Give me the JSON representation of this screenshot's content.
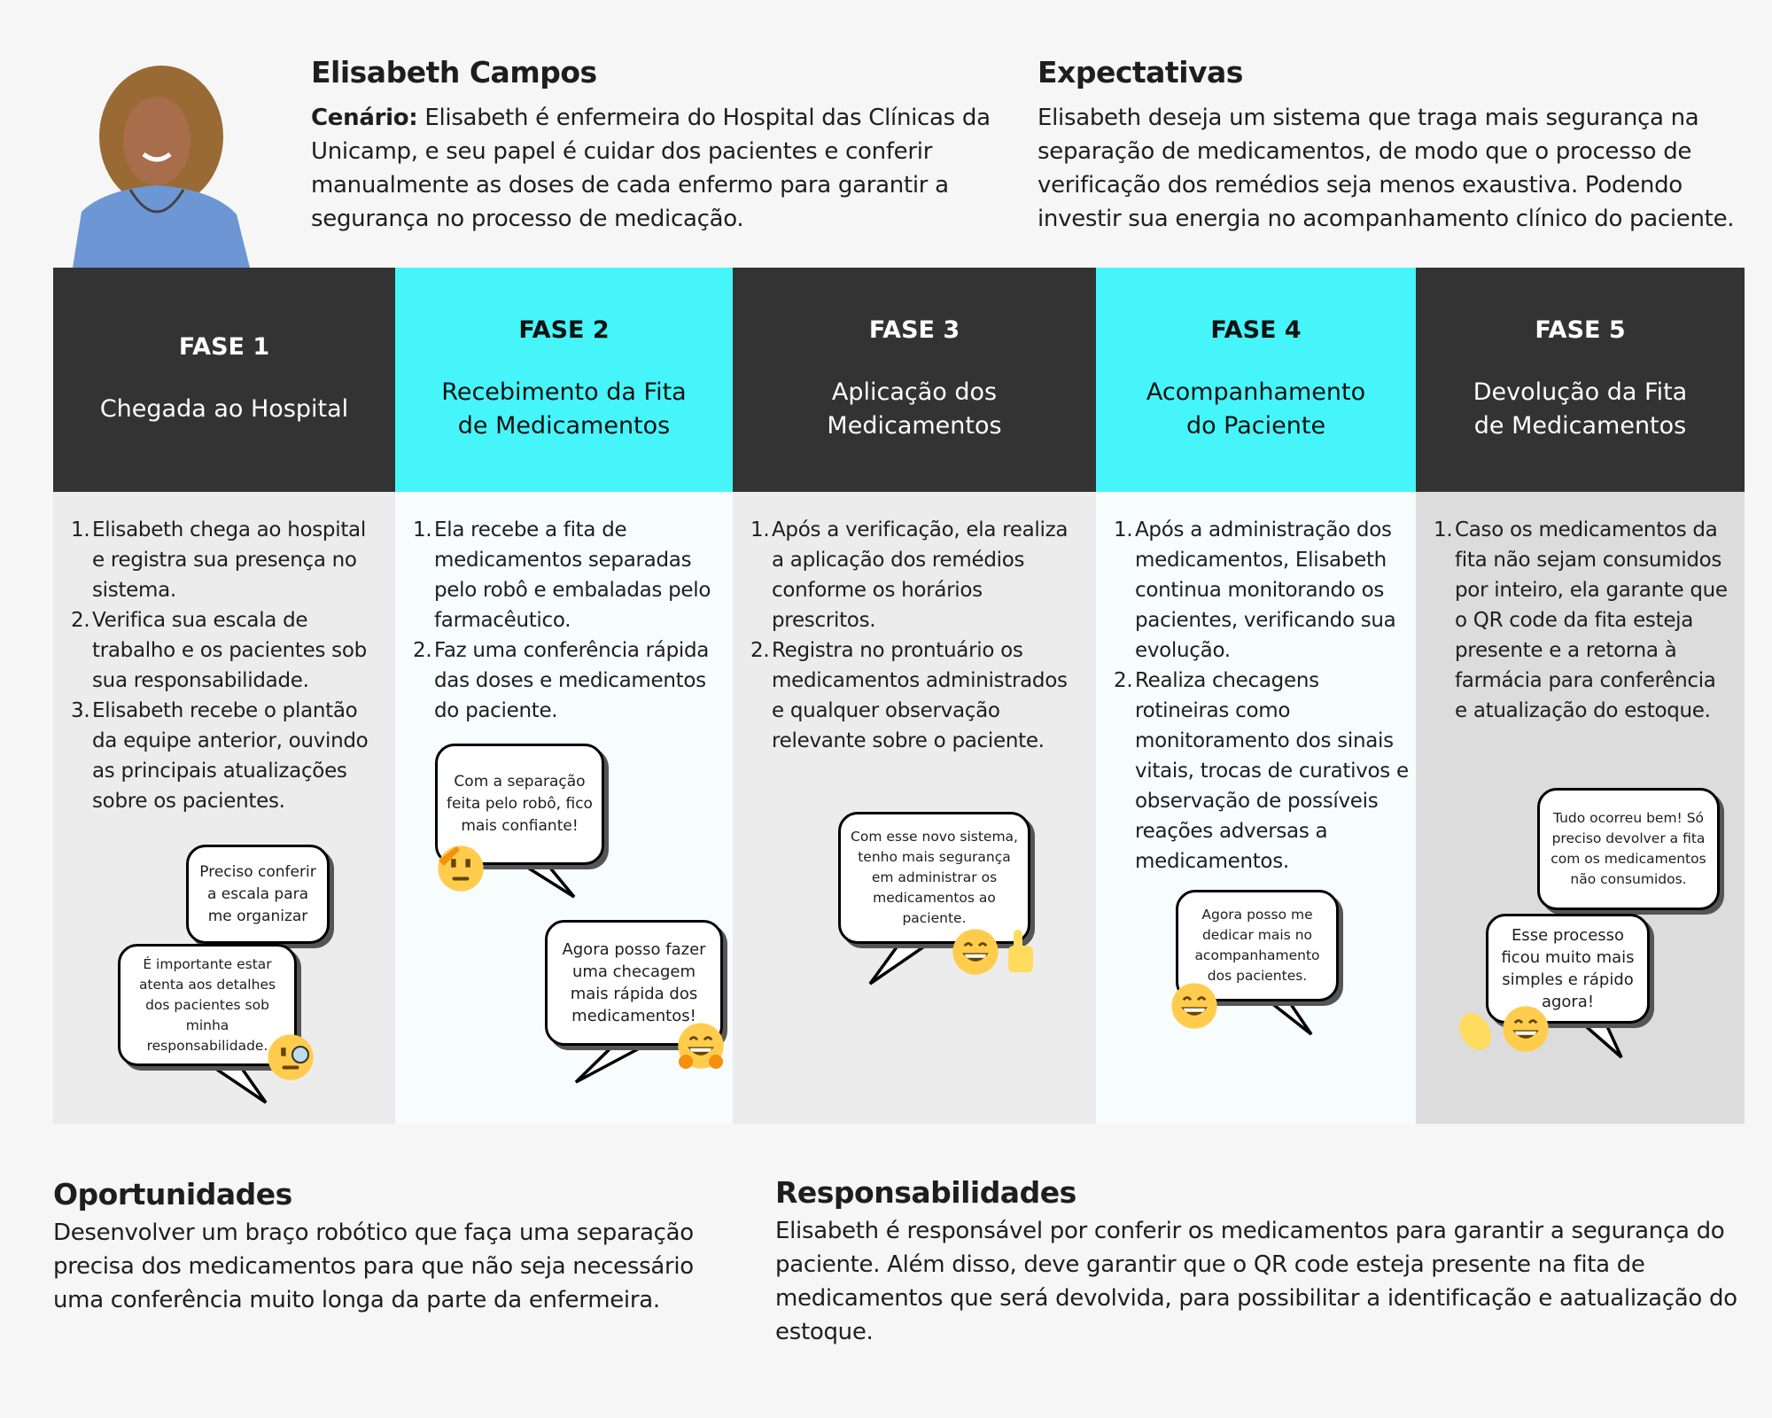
{
  "persona": {
    "name": "Elisabeth  Campos",
    "scenario_label": "Cenário:",
    "scenario_text": " Elisabeth é enfermeira do Hospital das Clínicas da Unicamp, e seu papel é cuidar dos pacientes e conferir manualmente as doses de cada enfermo para garantir a segurança no processo de medicação."
  },
  "expectations": {
    "title": "Expectativas",
    "text": "Elisabeth deseja um sistema que traga mais segurança na separação de medicamentos, de modo que o processo de verificação dos remédios seja menos exaustiva. Podendo investir sua energia no acompanhamento clínico do paciente."
  },
  "phases": [
    {
      "label": "FASE 1",
      "title": "Chegada ao Hospital",
      "items": [
        "Elisabeth chega ao hospital e registra sua presença no sistema.",
        "Verifica sua escala de trabalho e os pacientes sob sua responsabilidade.",
        "Elisabeth recebe o plantão da equipe anterior, ouvindo as principais atualizações sobre os pacientes."
      ],
      "bubbles": [
        "Preciso conferir a escala para me organizar",
        "É importante estar atenta aos detalhes dos pacientes sob minha responsabilidade."
      ]
    },
    {
      "label": "FASE 2",
      "title": "Recebimento da Fita de Medicamentos",
      "items": [
        "Ela recebe a fita de medicamentos separadas pelo robô e embaladas pelo farmacêutico.",
        "Faz uma conferência rápida das doses e medicamentos do paciente."
      ],
      "bubbles": [
        "Com a separação feita pelo robô, fico mais confiante!",
        "Agora posso fazer uma checagem mais rápida dos medicamentos!"
      ]
    },
    {
      "label": "FASE 3",
      "title": "Aplicação dos Medicamentos",
      "items": [
        "Após a verificação, ela realiza a aplicação dos remédios conforme os horários prescritos.",
        "Registra no prontuário os medicamentos administrados e qualquer observação relevante sobre o paciente."
      ],
      "bubbles": [
        "Com esse novo sistema, tenho mais segurança em administrar os medicamentos ao paciente."
      ]
    },
    {
      "label": "FASE 4",
      "title": "Acompanhamento do Paciente",
      "items": [
        "Após a administração dos medicamentos, Elisabeth continua monitorando os pacientes, verificando sua evolução.",
        "Realiza checagens rotineiras como monitoramento dos sinais vitais, trocas de curativos e observação de possíveis reações adversas a medicamentos."
      ],
      "bubbles": [
        "Agora posso me dedicar mais no acompanhamento dos pacientes."
      ]
    },
    {
      "label": "FASE 5",
      "title": "Devolução da Fita de Medicamentos",
      "items": [
        "Caso os medicamentos da fita não sejam consumidos por inteiro, ela garante que o QR code da fita esteja presente e a retorna à farmácia para conferência e atualização do estoque."
      ],
      "bubbles": [
        "Tudo ocorreu bem! Só preciso devolver a fita com os medicamentos não consumidos.",
        "Esse processo ficou muito mais simples e rápido agora!"
      ]
    }
  ],
  "opportunities": {
    "title": "Oportunidades",
    "text": "Desenvolver um braço robótico que faça uma separação precisa dos medicamentos para que não seja necessário uma conferência muito longa da parte da enfermeira."
  },
  "responsibilities": {
    "title": "Responsabilidades",
    "text": "Elisabeth é responsável por conferir os medicamentos para garantir a segurança do paciente. Além disso, deve garantir que o QR code esteja presente na fita de medicamentos que será devolvida, para possibilitar a identificação e aatualização do estoque."
  },
  "colors": {
    "dark": "#333333",
    "cyan": "#45f5fa",
    "emoji": "#ffcc4d"
  }
}
